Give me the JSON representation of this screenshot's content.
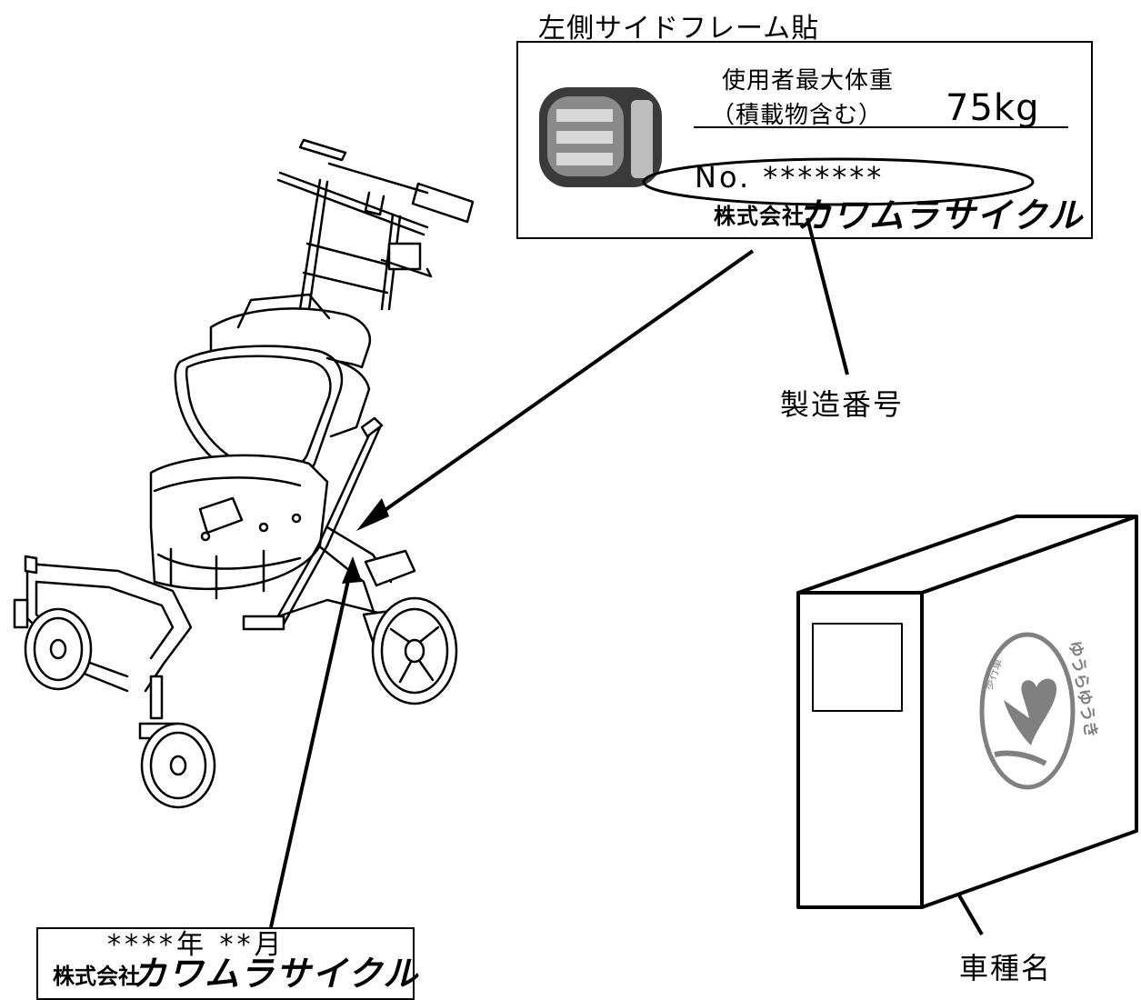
{
  "label_panel": {
    "title": "左側サイドフレーム貼",
    "weight_line1": "使用者最大体重",
    "weight_line2": "（積載物含む）",
    "weight_value": "75kg",
    "serial_no": "No. *******",
    "company": "株式会社",
    "brand": "カワムラサイクル"
  },
  "callouts": {
    "serial_number": "製造番号",
    "model_name": "車種名"
  },
  "date_label": {
    "date_text": "****年 **月",
    "company": "株式会社",
    "brand": "カワムラサイクル"
  },
  "colors": {
    "line": "#000000",
    "logo_gray": "#808080",
    "logo_dark": "#3a3a3a"
  }
}
